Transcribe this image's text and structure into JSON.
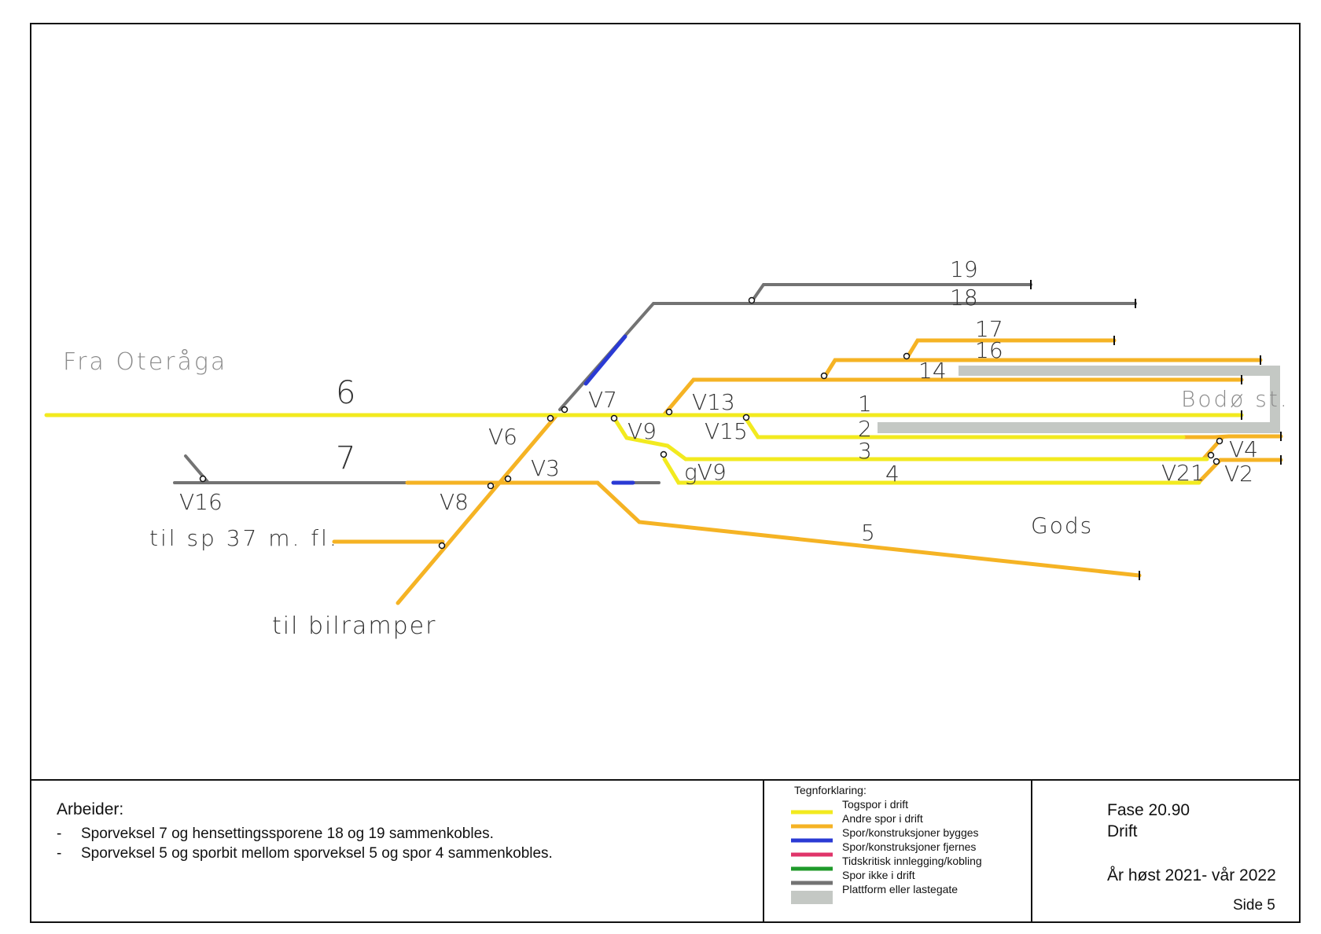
{
  "diagram": {
    "location_labels": {
      "from": "Fra Oteråga",
      "station": "Bodø st.",
      "freight": "Gods",
      "to_track37": "til sp 37 m. fl.",
      "to_ramps": "til bilramper"
    },
    "track_labels": [
      "19",
      "18",
      "17",
      "16",
      "14",
      "6",
      "1",
      "2",
      "3",
      "7",
      "4",
      "5"
    ],
    "switch_labels": [
      "V7",
      "V13",
      "V6",
      "V9",
      "V15",
      "V3",
      "gV9",
      "V16",
      "V8",
      "V4",
      "V21",
      "V2"
    ]
  },
  "works": {
    "heading": "Arbeider:",
    "items": [
      "Sporveksel 7 og hensettingssporene 18 og 19 sammenkobles.",
      "Sporveksel 5 og sporbit mellom sporveksel 5 og spor 4 sammenkobles."
    ],
    "bullet": "-"
  },
  "legend": {
    "title": "Tegnforklaring:",
    "items": [
      {
        "label": "Togspor i drift",
        "color": "#f2ea1f"
      },
      {
        "label": "Andre spor i drift",
        "color": "#f5b324"
      },
      {
        "label": "Spor/konstruksjoner bygges",
        "color": "#2a3ad4"
      },
      {
        "label": "Spor/konstruksjoner fjernes",
        "color": "#e0356a"
      },
      {
        "label": "Tidskritisk innlegging/kobling",
        "color": "#1f9a2a"
      },
      {
        "label": "Spor ikke i drift",
        "color": "#737373"
      },
      {
        "label": "Plattform eller lastegate",
        "color": "#c4c8c4"
      }
    ]
  },
  "info": {
    "phase": "Fase 20.90",
    "status": "Drift",
    "period": "År høst 2021- vår 2022",
    "page": "Side 5"
  },
  "colors": {
    "train_track": "#f2ea1f",
    "other_track": "#f5b324",
    "built": "#2a3ad4",
    "inactive": "#737373",
    "platform": "#c4c8c4",
    "text_light": "#8a8a8a",
    "text_dark": "#333333"
  }
}
